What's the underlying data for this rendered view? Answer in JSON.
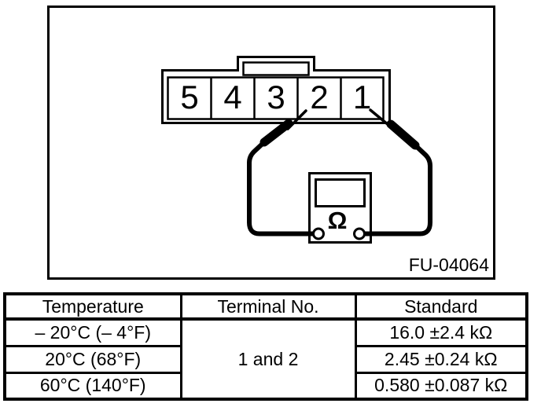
{
  "colors": {
    "ink": "#000000",
    "paper": "#ffffff"
  },
  "figure": {
    "code": "FU-04064",
    "connector": {
      "terminals": [
        "5",
        "4",
        "3",
        "2",
        "1"
      ]
    },
    "ohmmeter": {
      "symbol": "Ω"
    }
  },
  "table": {
    "headers": [
      "Temperature",
      "Terminal No.",
      "Standard"
    ],
    "terminal_no": "1 and 2",
    "rows": [
      {
        "temperature": "– 20°C (– 4°F)",
        "standard": "16.0 ±2.4 kΩ"
      },
      {
        "temperature": "20°C (68°F)",
        "standard": "2.45 ±0.24 kΩ"
      },
      {
        "temperature": "60°C (140°F)",
        "standard": "0.580 ±0.087 kΩ"
      }
    ]
  }
}
